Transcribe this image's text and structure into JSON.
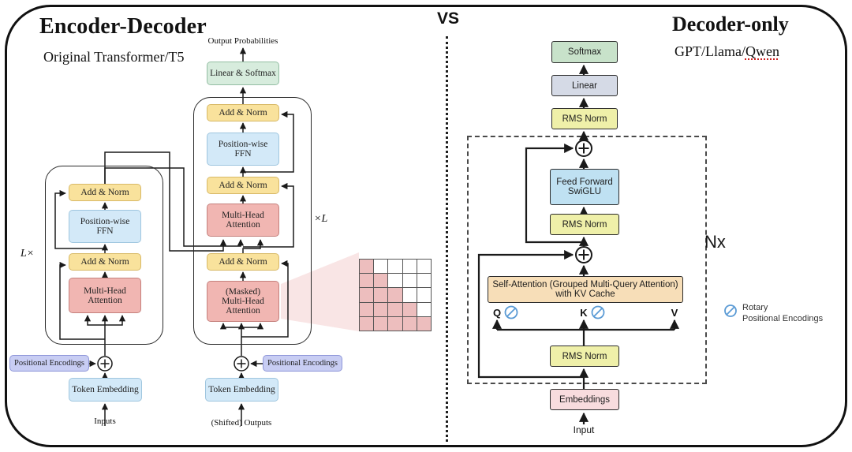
{
  "vs_label": "VS",
  "left": {
    "title": "Encoder-Decoder",
    "subtitle": "Original Transformer/T5",
    "output_probabilities": "Output Probabilities",
    "linear_softmax": "Linear & Softmax",
    "add_norm": "Add & Norm",
    "ffn": "Position-wise FFN",
    "mha": "Multi-Head Attention",
    "masked_mha": "(Masked) Multi-Head Attention",
    "encoder_loop": "L×",
    "decoder_loop": "×L",
    "positional_encodings": "Positional Encodings",
    "token_embedding": "Token Embedding",
    "inputs": "Inputs",
    "shifted_outputs": "(Shifted) Outputs",
    "mask_grid": {
      "rows": 5,
      "cols": 5,
      "pattern": "lower-triangle"
    }
  },
  "right": {
    "title": "Decoder-only",
    "subtitle_models": "GPT/Llama/",
    "subtitle_last_model": "Qwen",
    "softmax": "Softmax",
    "linear": "Linear",
    "rms_norm": "RMS Norm",
    "feed_forward": "Feed Forward SwiGLU",
    "self_attention_line1": "Self-Attention (Grouped Multi-Query Attention)",
    "self_attention_line2": "with KV Cache",
    "q": "Q",
    "k": "K",
    "v": "V",
    "loop": "Nx",
    "rotary_line1": "Rotary",
    "rotary_line2": "Positional Encodings",
    "embeddings": "Embeddings",
    "input": "Input"
  },
  "colors": {
    "box_yellow": "#F9E29C",
    "box_blue": "#D3E9F8",
    "box_red": "#F1B6B2",
    "box_green": "#D7ECDD",
    "box_purple": "#C8CDF3",
    "right_green": "#C8E2CA",
    "right_linear": "#D5DAE6",
    "right_yellow": "#EFF0A9",
    "right_blue": "#BFE1F2",
    "right_tan": "#F7DEB8",
    "right_pink": "#F8DCDE",
    "mask_fill": "#EDBEBE",
    "rotary_icon": "#5B9BD5",
    "underline_red": "#CC2222"
  }
}
